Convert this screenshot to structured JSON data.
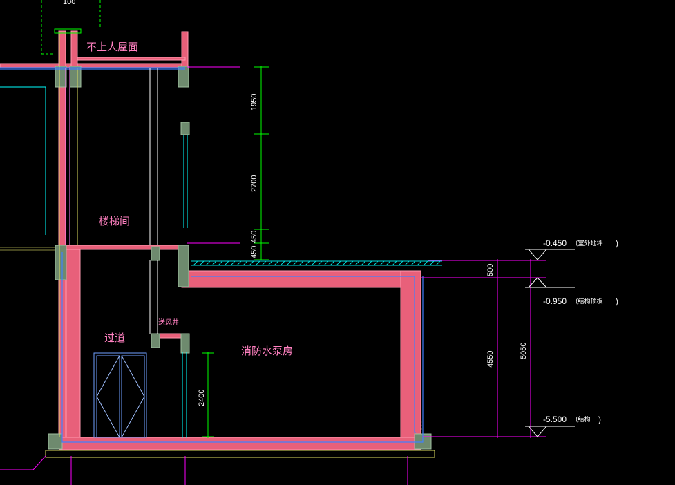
{
  "drawing": {
    "background": "#000000",
    "colors": {
      "wall_fill": "#e8607a",
      "wall_edge": "#ff9ab0",
      "dim_line": "#00ff00",
      "dim_text": "#ffffff",
      "magenta_line": "#ff00ff",
      "cyan_line": "#00ffff",
      "yellow_line": "#ffff80",
      "room_text": "#ff80c0"
    }
  },
  "labels": {
    "roof": "不上人屋面",
    "stairwell": "楼梯间",
    "corridor": "过道",
    "air_shaft": "送风井",
    "pump_room": "消防水泵房",
    "top_dim": "100"
  },
  "dimensions": {
    "d1950": "1950",
    "d2700": "2700",
    "d450": "450",
    "d450b": "450",
    "d500": "500",
    "d4550": "4550",
    "d5050": "5050",
    "d2400": "2400"
  },
  "elevations": {
    "outdoor": {
      "value": "-0.450",
      "note": "(室外地坪",
      "close": ")"
    },
    "slab": {
      "value": "-0.950",
      "note": "(结构顶板",
      "close": ")"
    },
    "bottom": {
      "value": "-5.500",
      "note": "(结构",
      "close": ")"
    }
  }
}
